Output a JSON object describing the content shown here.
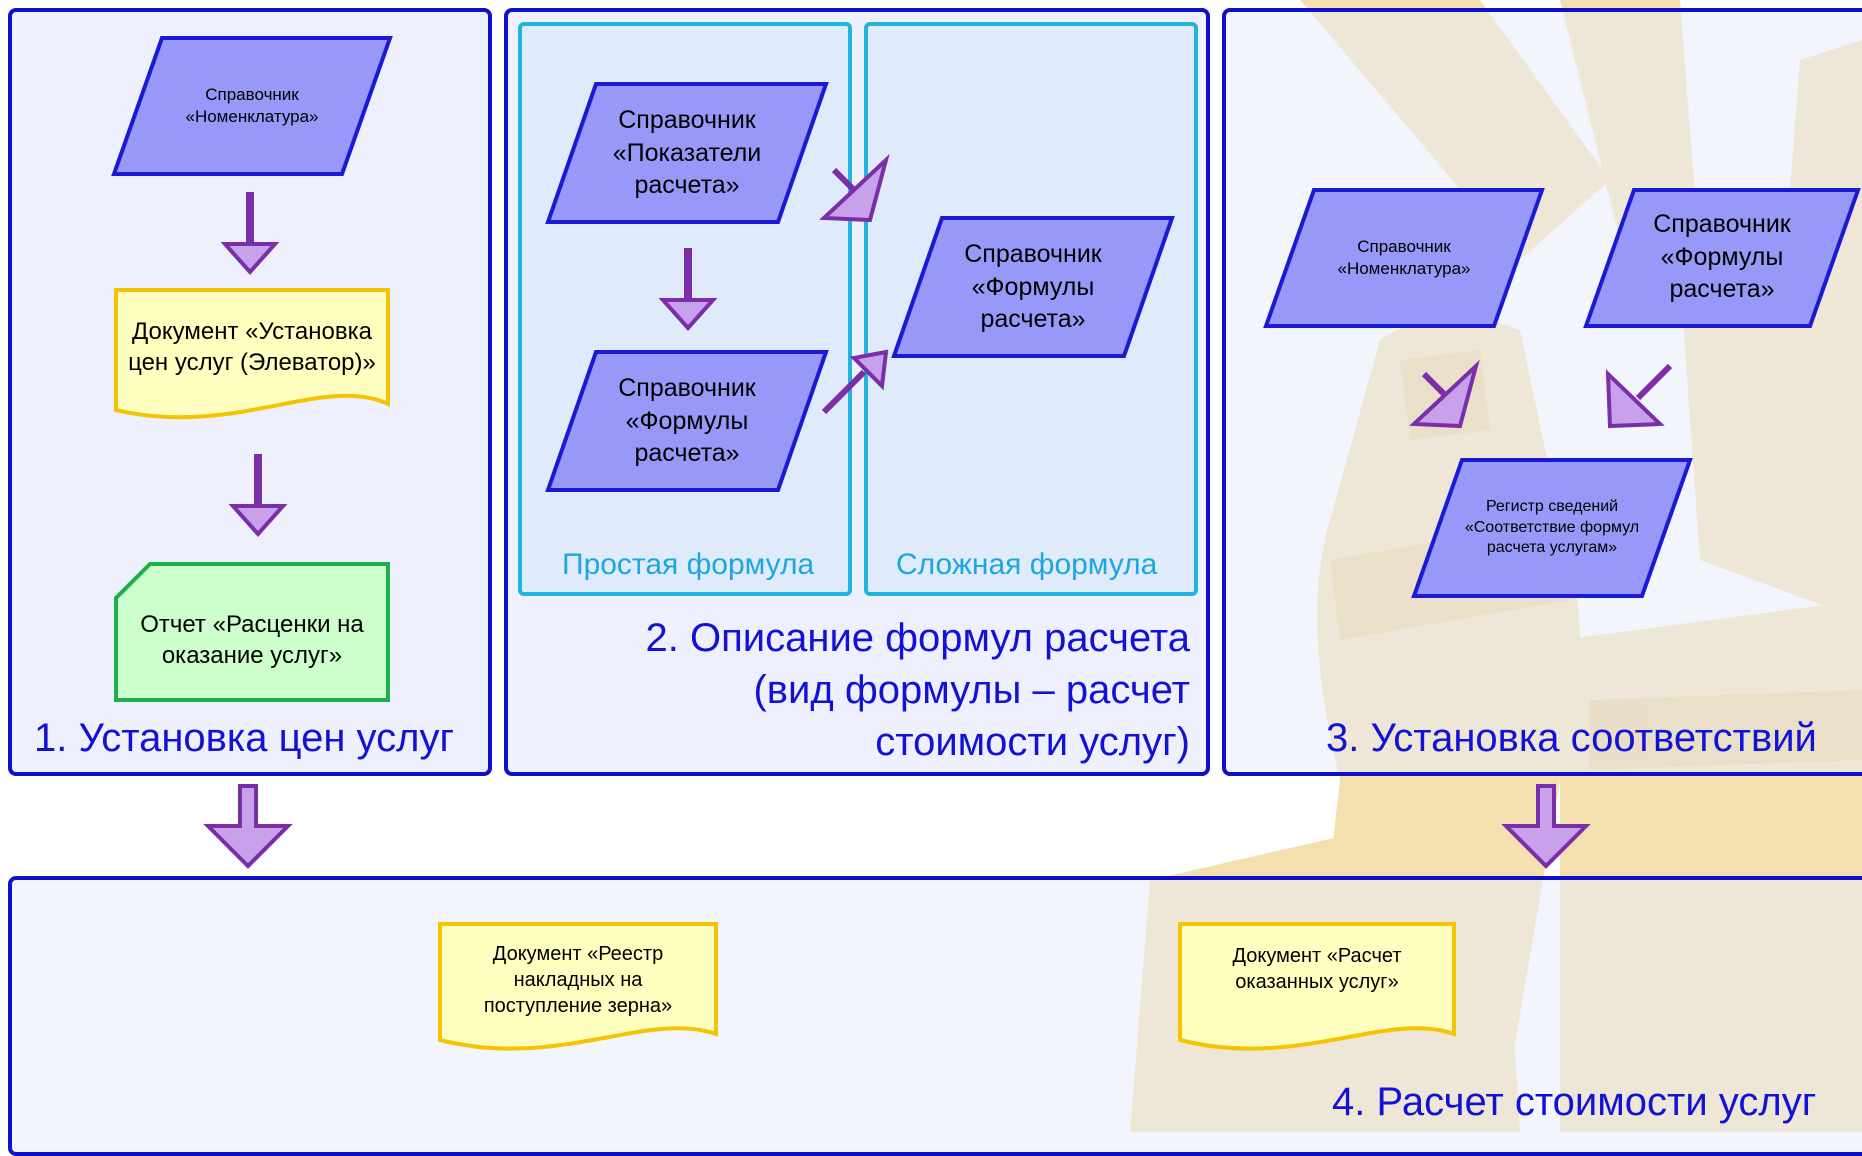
{
  "panels": {
    "p1_title": "1. Установка цен услуг",
    "p2_title": "2. Описание формул расчета (вид формулы – расчет стоимости услуг)",
    "p2_sub_simple": "Простая формула",
    "p2_sub_complex": "Сложная формула",
    "p3_title": "3. Установка соответствий",
    "p4_title": "4. Расчет стоимости услуг"
  },
  "nodes": {
    "n1_nomenclature": "Справочник «Номенклатура»",
    "n1_doc_prices": "Документ «Установка цен услуг (Элеватор)»",
    "n1_report": "Отчет «Расценки на оказание услуг»",
    "n2_indicators": "Справочник «Показатели расчета»",
    "n2_formulas_simple": "Справочник «Формулы расчета»",
    "n2_formulas_complex": "Справочник «Формулы расчета»",
    "n3_nomenclature": "Справочник «Номенклатура»",
    "n3_formulas": "Справочник «Формулы расчета»",
    "n3_register": "Регистр сведений «Соответствие формул расчета услугам»",
    "n4_registry_doc": "Документ «Реестр накладных на поступление зерна»",
    "n4_calc_doc": "Документ «Расчет оказанных услуг»"
  },
  "colors": {
    "panel_border": "#1010c8",
    "subpanel_border": "#21b5dd",
    "title_text": "#1212d6",
    "subtitle_text": "#1ba7df",
    "parallelogram_fill": "#9898f8",
    "document_fill": "#ffffc0",
    "document_border": "#f4c400",
    "report_fill": "#ccffcc",
    "report_border": "#1cb04a",
    "arrow_fill": "#c9a0ea",
    "arrow_stroke": "#7a2fa8"
  },
  "icons": [
    "down-arrow-icon",
    "diagonal-arrow-icon",
    "elevator-watermark-icon"
  ]
}
